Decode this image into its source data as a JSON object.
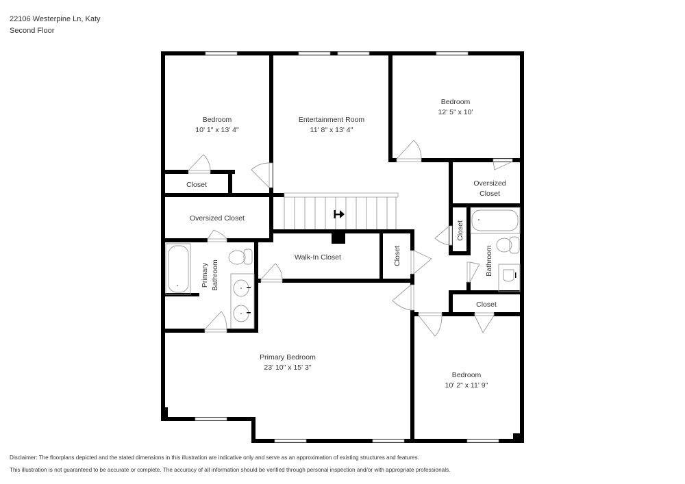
{
  "header": {
    "address": "22106 Westerpine Ln, Katy",
    "floor": "Second Floor"
  },
  "rooms": {
    "bedroom_nw": {
      "name": "Bedroom",
      "dims": "10' 1\" x 13' 4\""
    },
    "entertainment": {
      "name": "Entertainment Room",
      "dims": "11' 8\" x 13' 4\""
    },
    "bedroom_ne": {
      "name": "Bedroom",
      "dims": "12' 5\" x 10'"
    },
    "closet_nw": {
      "name": "Closet"
    },
    "oversized_closet_w": {
      "name": "Oversized Closet"
    },
    "oversized_closet_e_line1": "Oversized",
    "oversized_closet_e_line2": "Closet",
    "walk_in_closet": {
      "name": "Walk-In Closet"
    },
    "closet_mid": {
      "name": "Closet"
    },
    "closet_hall": {
      "name": "Closet"
    },
    "primary_bath_line1": "Primary",
    "primary_bath_line2": "Bathroom",
    "bathroom_e": {
      "name": "Bathroom"
    },
    "closet_se": {
      "name": "Closet"
    },
    "primary_bedroom": {
      "name": "Primary Bedroom",
      "dims": "23' 10\" x 15' 3\""
    },
    "bedroom_se": {
      "name": "Bedroom",
      "dims": "10' 2\" x 11' 9\""
    }
  },
  "disclaimer": {
    "line1": "Disclaimer: The floorplans depicted and the stated dimensions in this illustration are indicative only and serve as an approximation of existing structures and features.",
    "line2": "This illustration is not guaranteed to be accurate or complete. The accuracy of all information should be verified through personal inspection and/or with appropriate professionals."
  }
}
